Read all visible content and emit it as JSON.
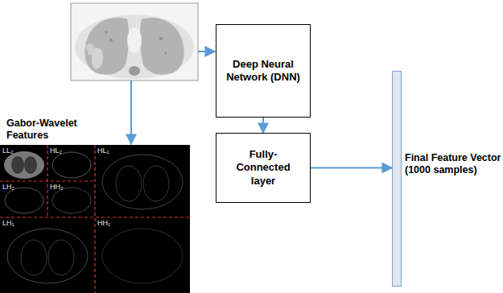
{
  "diagram": {
    "nodes": [
      {
        "text": [
          "Deep Neural Network (DNN)"
        ]
      },
      {
        "text": [
          "Fully-Connected layer"
        ]
      },
      {
        "text": [
          "Final Feature Vector (1000 samples)"
        ]
      },
      {
        "text": [
          "Gabor-Wavelet Features",
          "LL₂",
          "HL₂",
          "HL₁",
          "LH₂",
          "HH₂",
          "LH₁",
          "HH₁"
        ]
      }
    ],
    "edges": [
      {
        "from": 0,
        "to": 1,
        "arrow": "to"
      },
      {
        "from": 1,
        "to": 2,
        "arrow": "to"
      }
    ]
  }
}
